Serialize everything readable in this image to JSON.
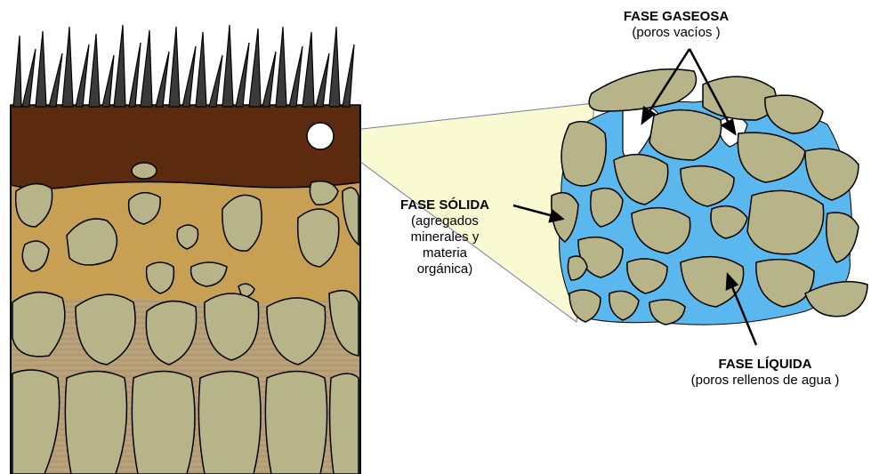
{
  "labels": {
    "gaseous": {
      "title": "FASE GASEOSA",
      "subtitle": "(poros vacíos )"
    },
    "solid": {
      "title": "FASE SÓLIDA",
      "line1": "(agregados",
      "line2": "minerales y",
      "line3": "materia",
      "line4": "orgánica)"
    },
    "liquid": {
      "title": "FASE LÍQUIDA",
      "subtitle": "(poros rellenos de agua )"
    }
  },
  "colors": {
    "topsoil": "#5c2a0e",
    "subsoil": "#c8a054",
    "bedrock_band": "#b9a27a",
    "aggregate": "#b8b48a",
    "water": "#5ab8ee",
    "magnifier": "#fafad2",
    "outline": "#000000"
  }
}
